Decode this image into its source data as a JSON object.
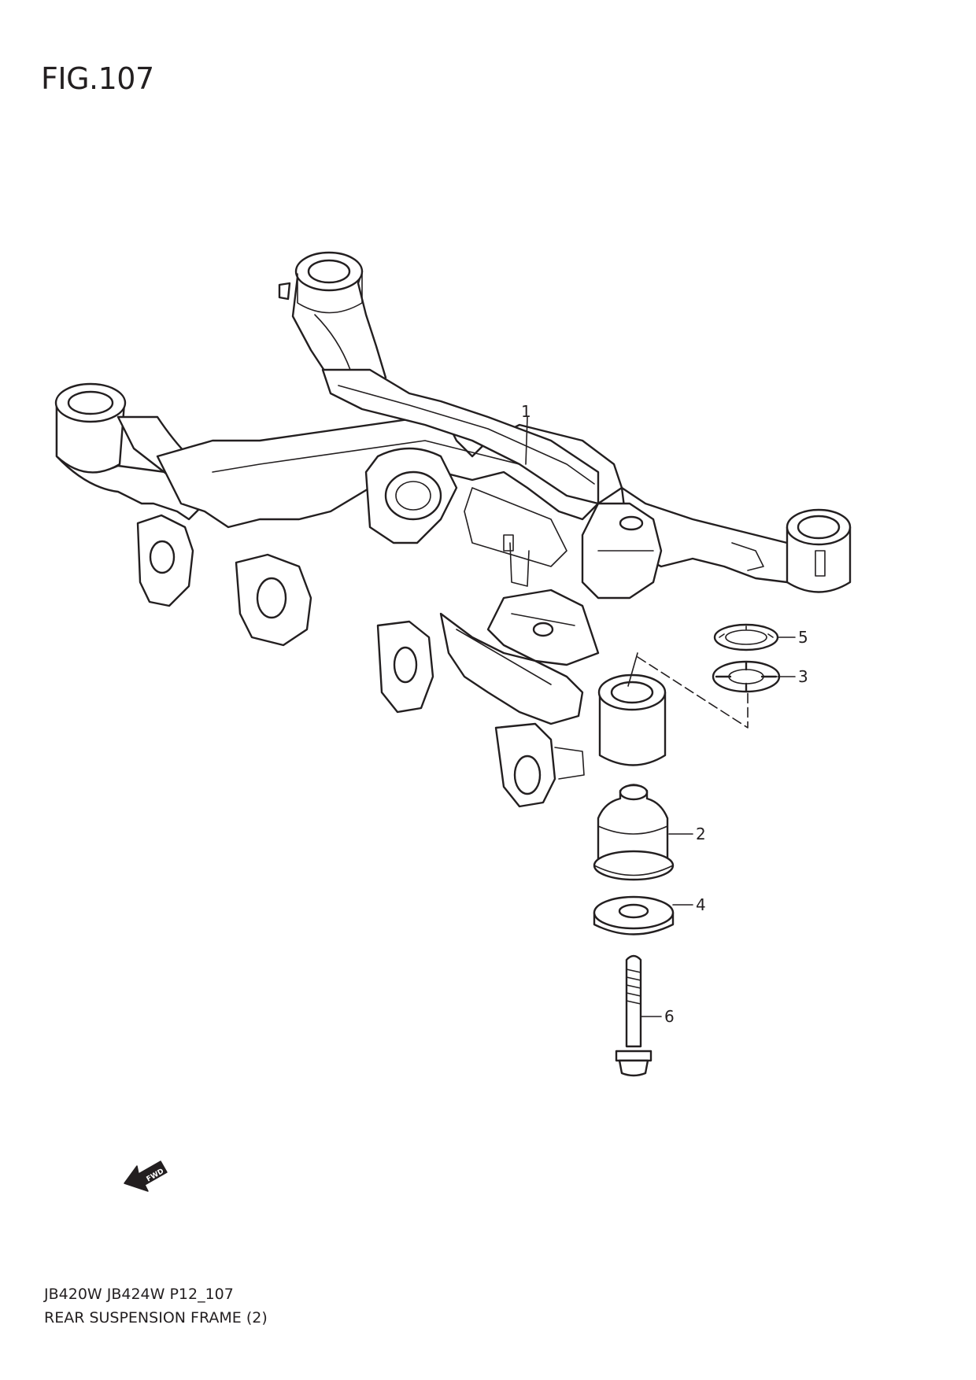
{
  "figure": {
    "title": "FIG.107"
  },
  "fwd_badge": {
    "text": "FWD"
  },
  "callouts": [
    {
      "id": "frame",
      "label": "1"
    },
    {
      "id": "bush-upper",
      "label": "2"
    },
    {
      "id": "stopper-lower",
      "label": "3"
    },
    {
      "id": "washer",
      "label": "4"
    },
    {
      "id": "stopper-upper",
      "label": "5"
    },
    {
      "id": "bolt",
      "label": "6"
    }
  ],
  "footer": {
    "code": "JB420W JB424W P12_107",
    "title": "REAR SUSPENSION FRAME (2)"
  },
  "colors": {
    "ink": "#231f20",
    "paper": "#ffffff"
  }
}
